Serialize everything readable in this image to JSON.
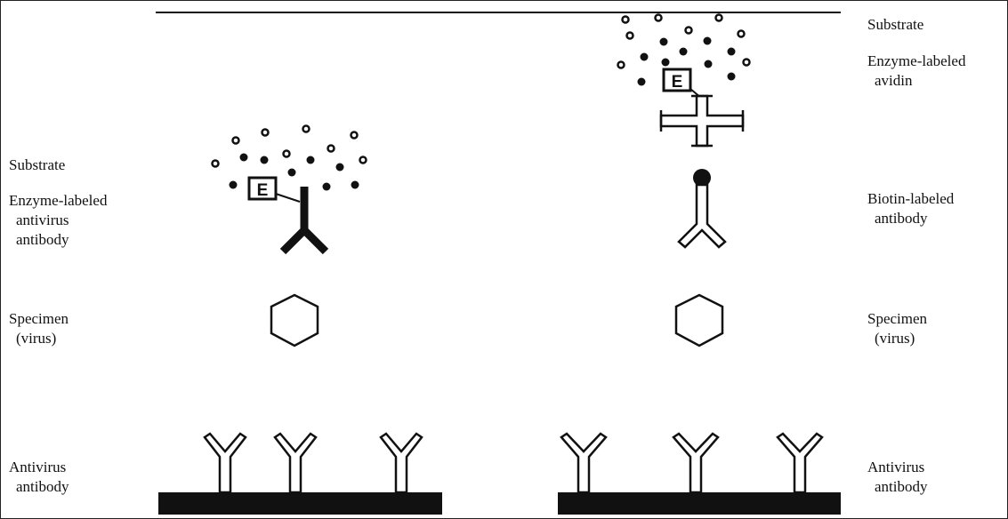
{
  "left_labels": {
    "substrate": "Substrate",
    "enzyme_antibody": [
      "Enzyme-labeled",
      "antivirus",
      "antibody"
    ],
    "specimen": [
      "Specimen",
      "(virus)"
    ],
    "antivirus_antibody": [
      "Antivirus",
      "antibody"
    ]
  },
  "right_labels": {
    "substrate": "Substrate",
    "enzyme_avidin": [
      "Enzyme-labeled",
      "avidin"
    ],
    "biotin_antibody": [
      "Biotin-labeled",
      "antibody"
    ],
    "specimen": [
      "Specimen",
      "(virus)"
    ],
    "antivirus_antibody": [
      "Antivirus",
      "antibody"
    ]
  },
  "enzyme_letter": "E"
}
